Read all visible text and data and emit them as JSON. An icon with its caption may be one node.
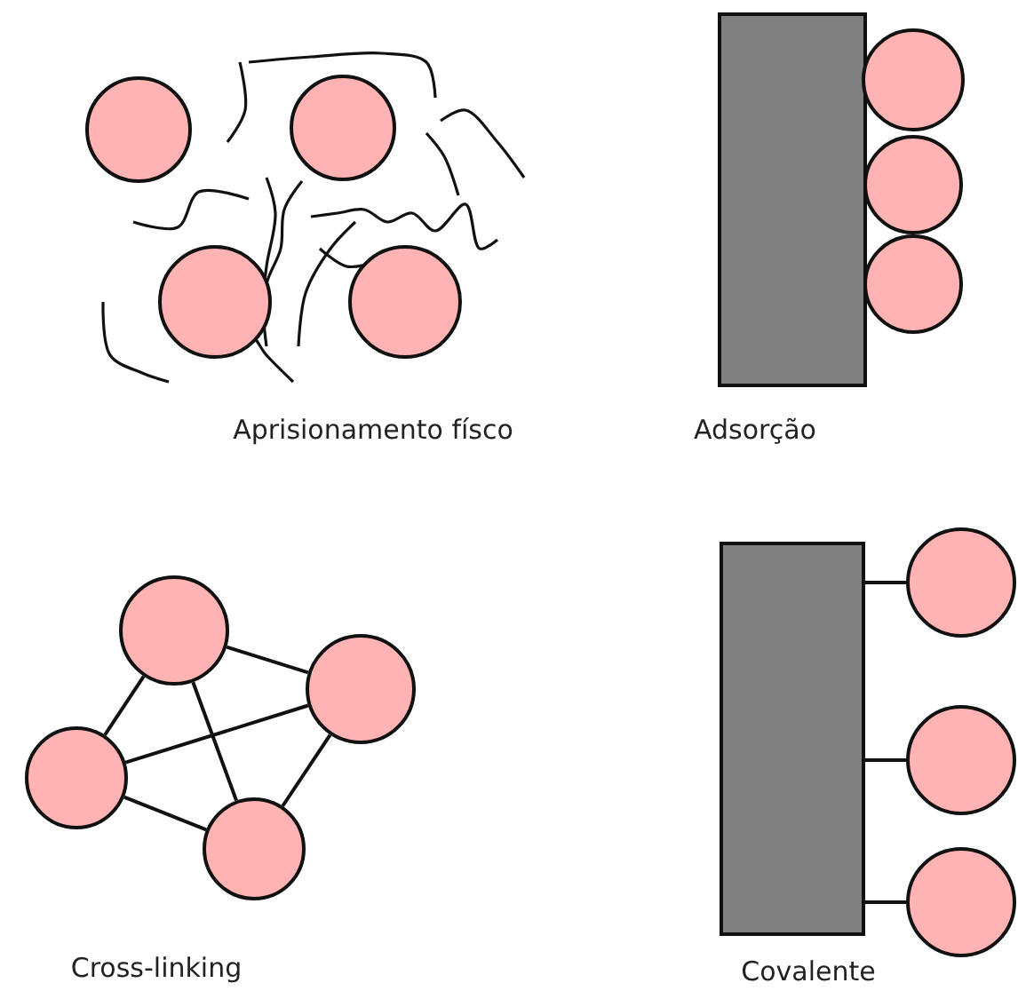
{
  "diagram": {
    "nodes": [
      {
        "text": [],
        "shape": "circle"
      },
      {
        "text": [],
        "shape": "circle"
      },
      {
        "text": [],
        "shape": "circle"
      },
      {
        "text": [],
        "shape": "circle"
      },
      {
        "text": [],
        "shape": "bar"
      },
      {
        "text": [],
        "shape": "circle"
      },
      {
        "text": [],
        "shape": "circle"
      },
      {
        "text": [],
        "shape": "circle"
      }
    ],
    "edges": [
      {
        "from": 0,
        "to": 1,
        "arrow": "none"
      },
      {
        "from": 0,
        "to": 2,
        "arrow": "none"
      },
      {
        "from": 0,
        "to": 3,
        "arrow": "none"
      },
      {
        "from": 2,
        "to": 1,
        "arrow": "none"
      },
      {
        "from": 1,
        "to": 3,
        "arrow": "none"
      },
      {
        "from": 2,
        "to": 3,
        "arrow": "none"
      },
      {
        "from": 4,
        "to": 5,
        "arrow": "none"
      },
      {
        "from": 4,
        "to": 6,
        "arrow": "none"
      },
      {
        "from": 4,
        "to": 7,
        "arrow": "none"
      }
    ],
    "labels": [
      "Aprisionamento físco",
      "Adsorção",
      "Cross-linking",
      "Covalente"
    ]
  }
}
